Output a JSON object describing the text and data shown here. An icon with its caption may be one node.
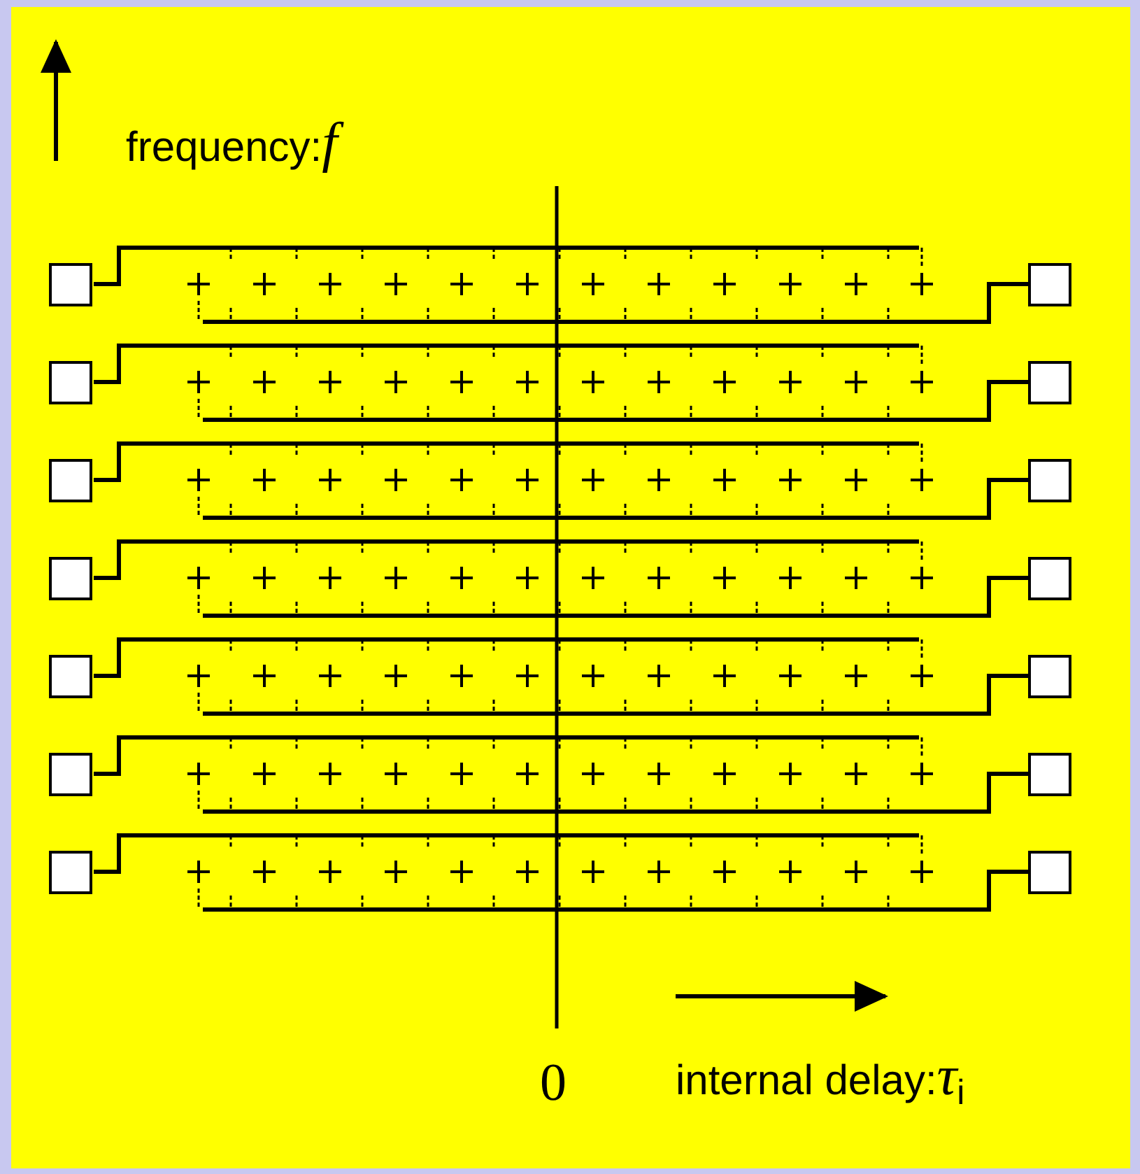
{
  "diagram": {
    "nodes": [
      {
        "text": [],
        "shape": "box"
      },
      {
        "text": [],
        "shape": "box"
      },
      {
        "text": [],
        "shape": "box"
      },
      {
        "text": [],
        "shape": "box"
      },
      {
        "text": [],
        "shape": "box"
      },
      {
        "text": [],
        "shape": "box"
      },
      {
        "text": [],
        "shape": "box"
      },
      {
        "text": [],
        "shape": "box"
      },
      {
        "text": [],
        "shape": "box"
      },
      {
        "text": [],
        "shape": "box"
      },
      {
        "text": [],
        "shape": "box"
      },
      {
        "text": [],
        "shape": "box"
      },
      {
        "text": [],
        "shape": "box"
      },
      {
        "text": [],
        "shape": "box"
      }
    ],
    "labels": [
      "frequency:*f*",
      "0",
      "internal delay:*τ*$_{i}$"
    ]
  }
}
